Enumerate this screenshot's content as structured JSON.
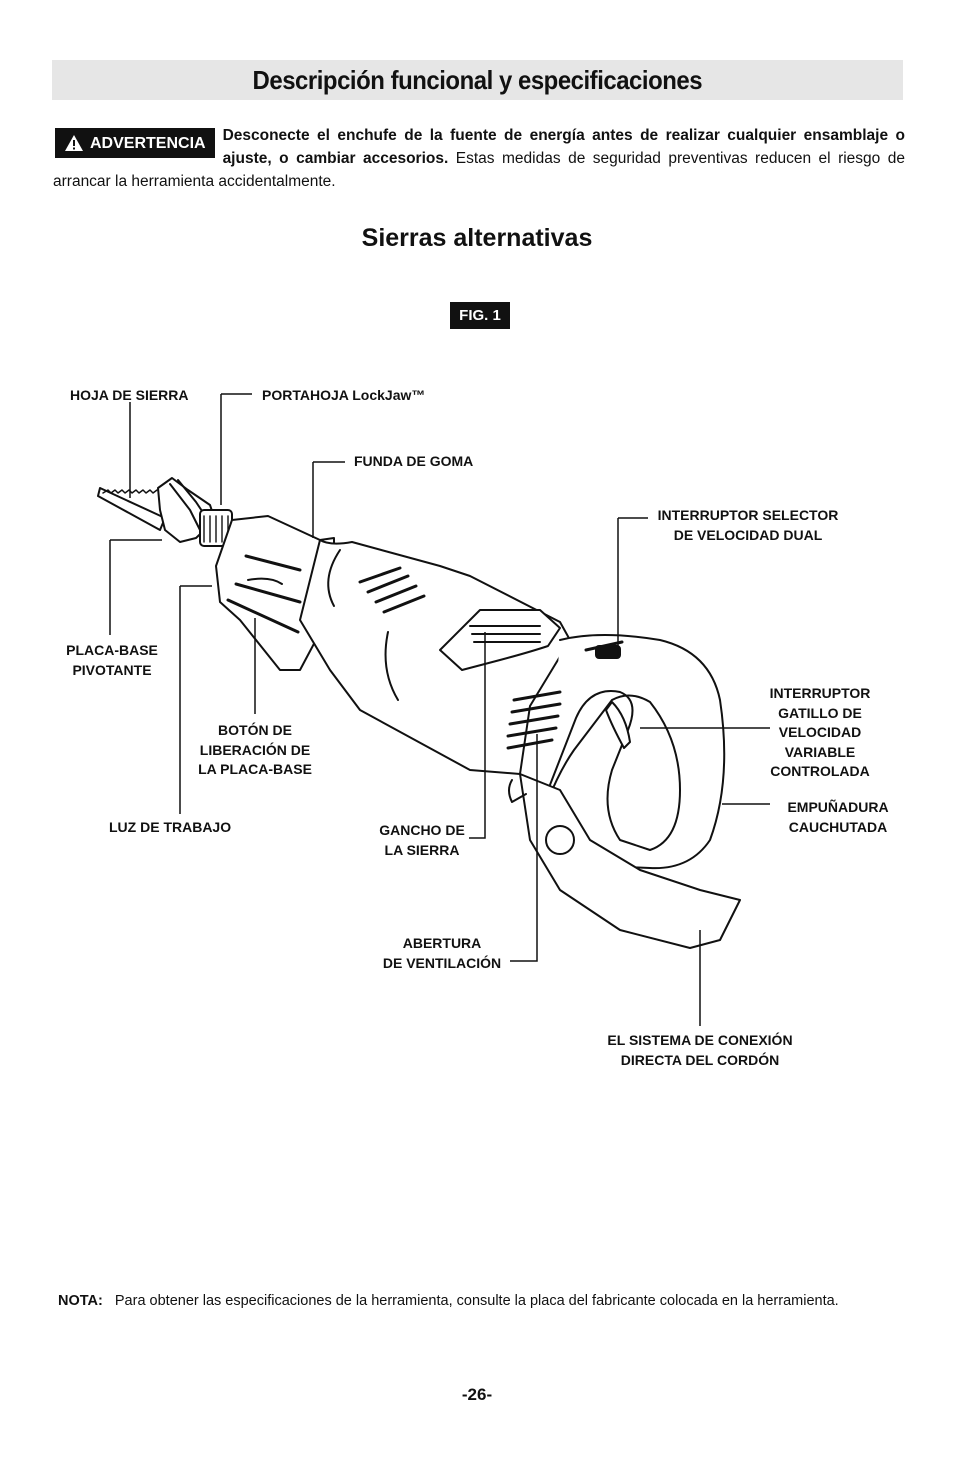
{
  "page": {
    "title": "Descripción funcional y especificaciones",
    "warning": {
      "badge": "ADVERTENCIA",
      "bold_text": "Desconecte el enchufe de la fuente de energía antes de realizar cualquier ensamblaje o ajuste, o cambiar accesorios.",
      "text": "Estas medidas de seguridad preventivas reducen el riesgo de arrancar la herramienta accidentalmente."
    },
    "section_title": "Sierras alternativas",
    "figure_label": "FIG. 1",
    "callouts": {
      "blade": "HOJA DE SIERRA",
      "blade_clamp": "PORTAHOJA LockJaw™",
      "rubber_boot": "FUNDA DE GOMA",
      "speed_selector_1": "INTERRUPTOR SELECTOR",
      "speed_selector_2": "DE VELOCIDAD DUAL",
      "pivot_foot_1": "PLACA-BASE",
      "pivot_foot_2": "PIVOTANTE",
      "trigger_1": "INTERRUPTOR",
      "trigger_2": "GATILLO DE",
      "trigger_3": "VELOCIDAD",
      "trigger_4": "VARIABLE",
      "trigger_5": "CONTROLADA",
      "foot_release_1": "BOTÓN DE",
      "foot_release_2": "LIBERACIÓN DE",
      "foot_release_3": "LA PLACA-BASE",
      "grip_1": "EMPUÑADURA",
      "grip_2": "CAUCHUTADA",
      "work_light": "LUZ DE TRABAJO",
      "saw_hook_1": "GANCHO DE",
      "saw_hook_2": "LA SIERRA",
      "vent_1": "ABERTURA",
      "vent_2": "DE VENTILACIÓN",
      "cord_1": "EL SISTEMA DE CONEXIÓN",
      "cord_2": "DIRECTA DEL CORDÓN"
    },
    "note_label": "NOTA:",
    "note_text": "Para obtener las especificaciones de la herramienta, consulte la placa del fabricante colocada en la herramienta.",
    "page_number": "-26-"
  }
}
